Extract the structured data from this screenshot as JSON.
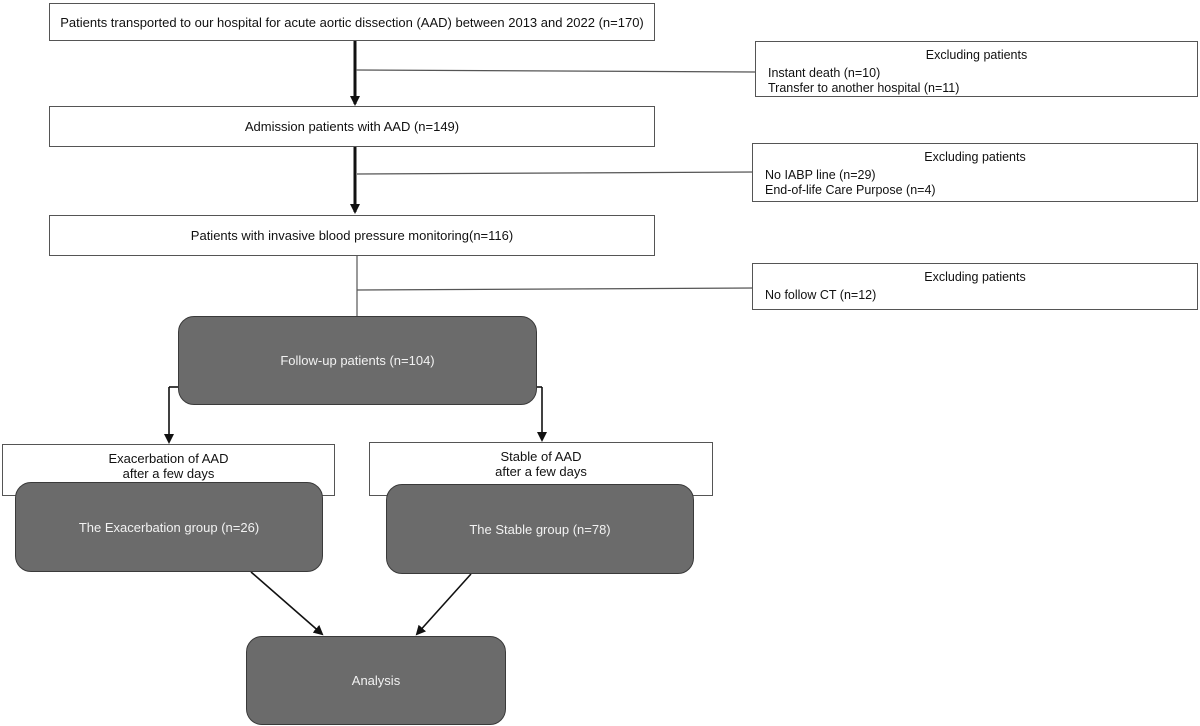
{
  "top_box": "Patients transported to our hospital for acute aortic dissection (AAD) between 2013 and 2022 (n=170)",
  "admission_box": "Admission patients with AAD (n=149)",
  "monitoring_box": "Patients with invasive blood pressure monitoring(n=116)",
  "exclusions": [
    {
      "title": "Excluding patients",
      "lines": [
        "Instant death (n=10)",
        "Transfer to another hospital (n=11)"
      ]
    },
    {
      "title": "Excluding patients",
      "lines": [
        "No IABP line (n=29)",
        "End-of-life Care Purpose (n=4)"
      ]
    },
    {
      "title": "Excluding patients",
      "lines": [
        "No follow CT (n=12)"
      ]
    }
  ],
  "followup_box": "Follow-up patients (n=104)",
  "exacerbation_label": {
    "line1": "Exacerbation of AAD",
    "line2": "after a few days"
  },
  "stable_label": {
    "line1": "Stable of AAD",
    "line2": "after a few days"
  },
  "exacerbation_group": "The Exacerbation group (n=26)",
  "stable_group": "The Stable group (n=78)",
  "analysis_box": "Analysis",
  "colors": {
    "box_border": "#555555",
    "rounded_fill": "#6b6b6b",
    "rounded_text": "#f2f2f2",
    "arrow": "#111111"
  }
}
